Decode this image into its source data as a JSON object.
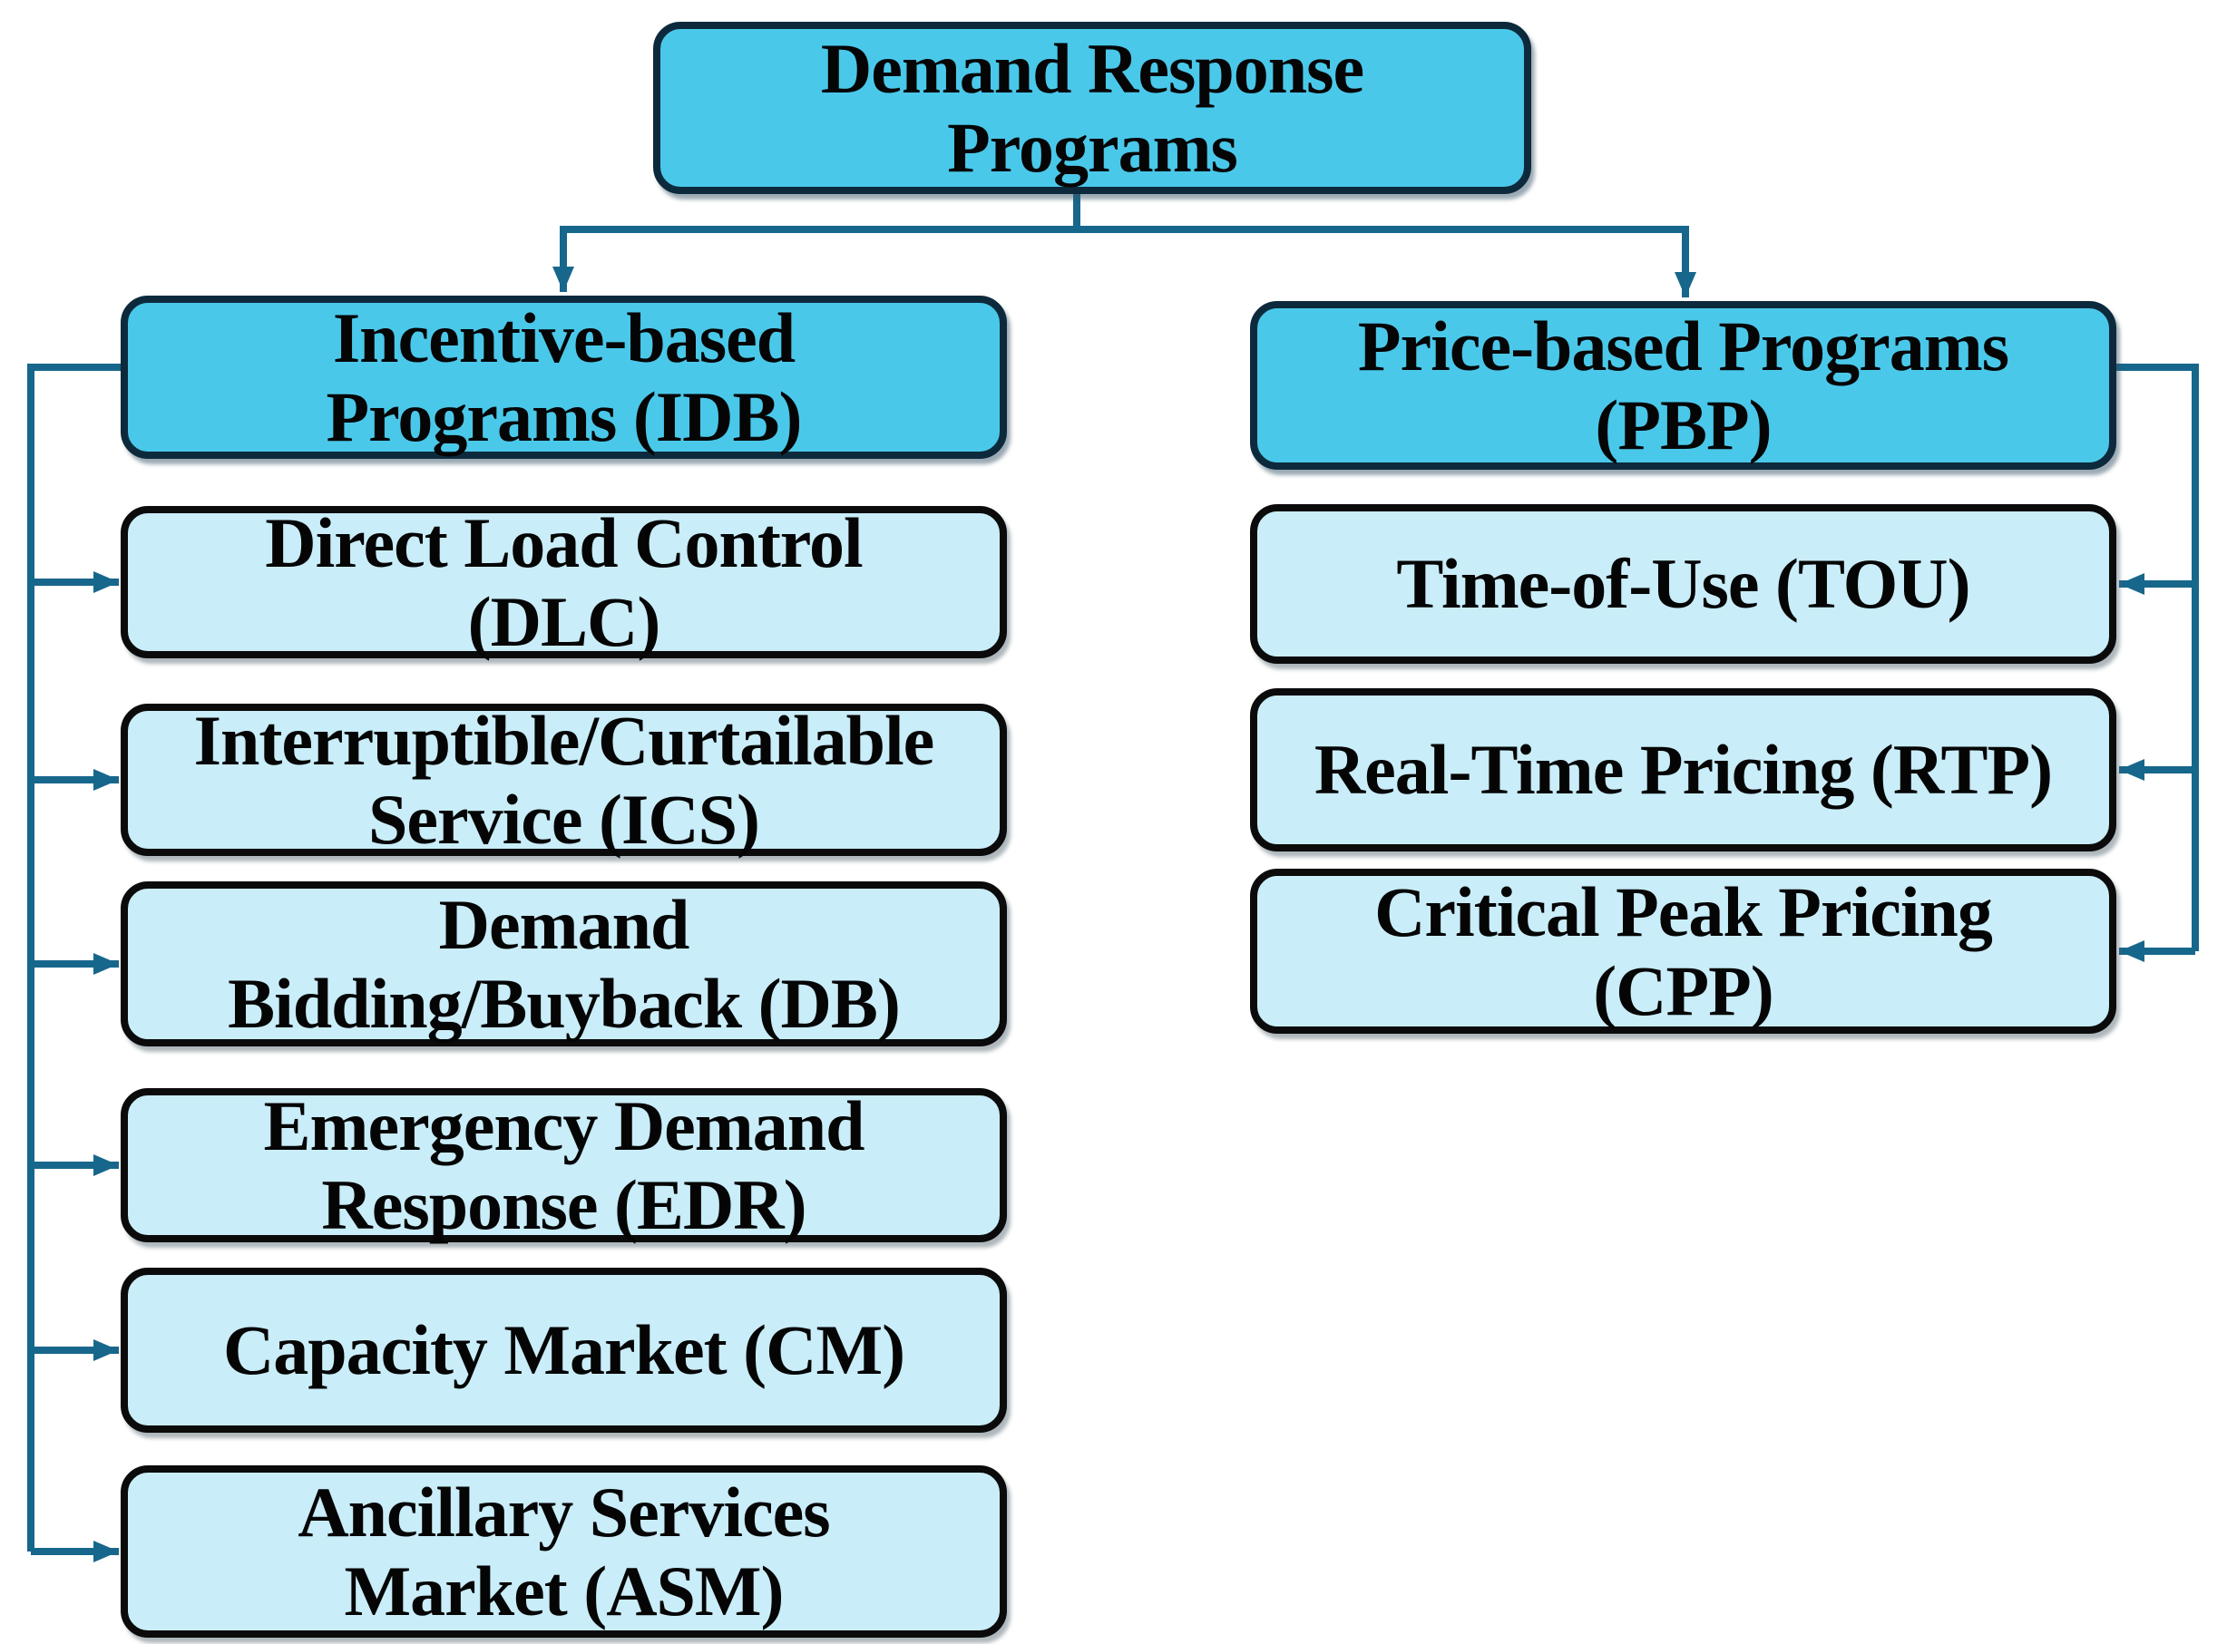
{
  "title": {
    "line1": "Demand Response",
    "line2": "Programs"
  },
  "left_branch": {
    "header": {
      "line1": "Incentive-based",
      "line2": "Programs (IDB)"
    },
    "items": [
      {
        "line1": "Direct Load Control",
        "line2": "(DLC)"
      },
      {
        "line1": "Interruptible/Curtailable",
        "line2": "Service (ICS)"
      },
      {
        "line1": "Demand",
        "line2": "Bidding/Buyback (DB)"
      },
      {
        "line1": "Emergency Demand",
        "line2": "Response (EDR)"
      },
      {
        "line1": "Capacity Market (CM)",
        "line2": ""
      },
      {
        "line1": "Ancillary Services",
        "line2": "Market (ASM)"
      }
    ]
  },
  "right_branch": {
    "header": {
      "line1": "Price-based Programs",
      "line2": "(PBP)"
    },
    "items": [
      {
        "line1": "Time-of-Use (TOU)",
        "line2": ""
      },
      {
        "line1": "Real-Time Pricing (RTP)",
        "line2": ""
      },
      {
        "line1": "Critical Peak Pricing",
        "line2": "(CPP)"
      }
    ]
  },
  "colors": {
    "header_fill": "#4AC8EA",
    "item_fill": "#C9EDF9",
    "header_border": "#0D2A3C",
    "item_border": "#0B0B0B",
    "connector": "#17678C",
    "text": "#050505"
  }
}
